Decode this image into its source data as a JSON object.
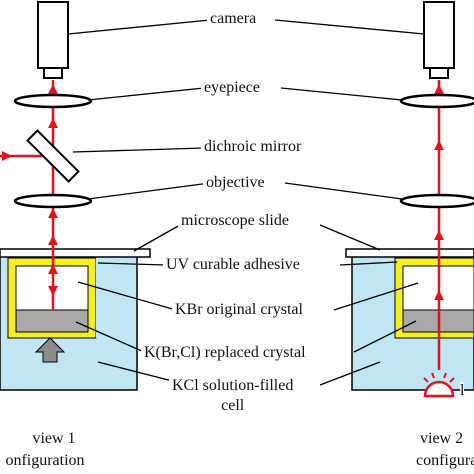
{
  "labels": {
    "camera": "camera",
    "eyepiece": "eyepiece",
    "dichroic_mirror": "dichroic mirror",
    "objective": "objective",
    "microscope_slide": "microscope slide",
    "uv_adhesive": "UV curable adhesive",
    "kbr_crystal": "KBr original crystal",
    "replaced_crystal": "K(Br,Cl) replaced crystal",
    "kcl_cell_line1": "KCl solution-filled",
    "kcl_cell_line2": "cell",
    "light_source_partial": "l"
  },
  "captions": {
    "view1_line1": "view 1",
    "view1_line2": "onfiguration",
    "view2_line1": "view 2",
    "view2_line2": "configurati"
  },
  "colors": {
    "beam": "#e8111a",
    "cell_fill": "#bfe6f2",
    "adhesive": "#f7ee1f",
    "crystal_grey": "#a9a9a9",
    "line": "#000000"
  }
}
